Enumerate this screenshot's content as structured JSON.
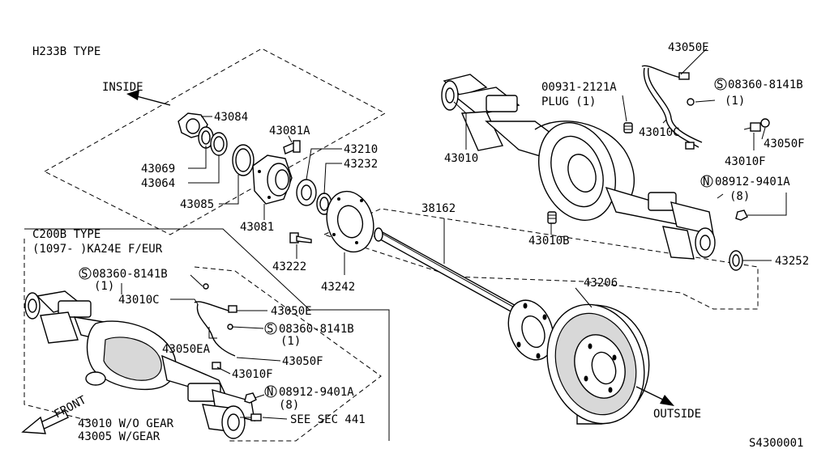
{
  "labels": {
    "title_h233b": "H233B TYPE",
    "inside": "INSIDE",
    "outside": "OUTSIDE",
    "front": "FRONT",
    "c200b_type": "C200B TYPE",
    "c200b_range": "(1097-         )KA24E F/EUR",
    "p43084": "43084",
    "p43069": "43069",
    "p43064": "43064",
    "p43085": "43085",
    "p43081a": "43081A",
    "p43081": "43081",
    "p43210": "43210",
    "p43232": "43232",
    "p43222": "43222",
    "p43242": "43242",
    "p38162": "38162",
    "p43010_top": "43010",
    "p00931": "00931-2121A",
    "plug": "PLUG (1)",
    "p43050e_top": "43050E",
    "p08360_top": "08360-8141B",
    "p08360_top_qty": "(1)",
    "p43010c_top": "43010C",
    "p43010f_top": "43010F",
    "p43050f_top": "43050F",
    "p08912_top": "08912-9401A",
    "p08912_top_qty": "(8)",
    "p43010b": "43010B",
    "p43252": "43252",
    "p43206": "43206",
    "p08360_c200_a": "08360-8141B",
    "p08360_c200_a_qty": "(1)",
    "p43010c_c200": "43010C",
    "p43050e_c200": "43050E",
    "p08360_c200_b": "08360-8141B",
    "p08360_c200_b_qty": "(1)",
    "p43050ea": "43050EA",
    "p43050f_c200": "43050F",
    "p43010f_c200": "43010F",
    "p08912_c200": "08912-9401A",
    "p08912_c200_qty": "(8)",
    "p43010_wo_gear": "43010 W/O GEAR",
    "p43005_w_gear": "43005 W/GEAR",
    "see_sec": "SEE SEC 441",
    "diagram_id": "S4300001",
    "sym_s": "S",
    "sym_n": "N"
  }
}
